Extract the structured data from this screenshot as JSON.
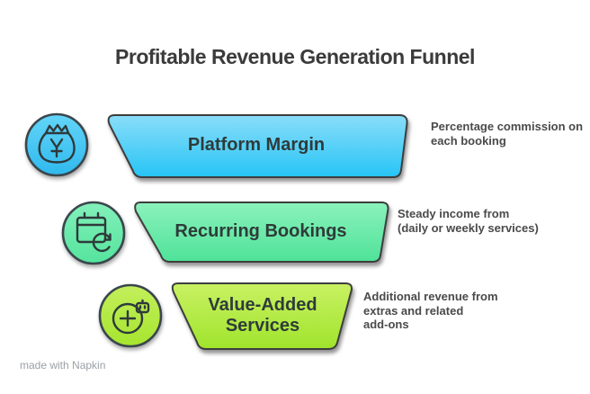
{
  "title": "Profitable Revenue Generation Funnel",
  "watermark": "made with Napkin",
  "funnel": {
    "type": "funnel",
    "segments": [
      {
        "label": "Platform Margin",
        "icon": "money-bag-icon",
        "color_top": "#8ADDF9",
        "color_bottom": "#26C4F5",
        "icon_circle_color": "#45C7F4",
        "annotation": [
          "Percentage commission on",
          "each booking"
        ]
      },
      {
        "label": "Recurring Bookings",
        "icon": "calendar-refresh-icon",
        "color_top": "#8BF2BC",
        "color_bottom": "#4FE298",
        "icon_circle_color": "#66ECA9",
        "annotation": [
          "Steady income from",
          "(daily or weekly services)"
        ]
      },
      {
        "label": "Value-Added Services",
        "icon": "robot-add-services-icon",
        "color_top": "#C9F163",
        "color_bottom": "#9FE42C",
        "icon_circle_color": "#B5E93E",
        "annotation": [
          "Additional revenue from",
          "extras and related",
          "add-ons"
        ]
      }
    ]
  },
  "colors": {
    "title_text": "#3b3b3b",
    "segment_outline": "#3d3d3d",
    "annotation_text": "#4a4a4a",
    "watermark_text": "#9aa0a6",
    "background": "#ffffff"
  }
}
